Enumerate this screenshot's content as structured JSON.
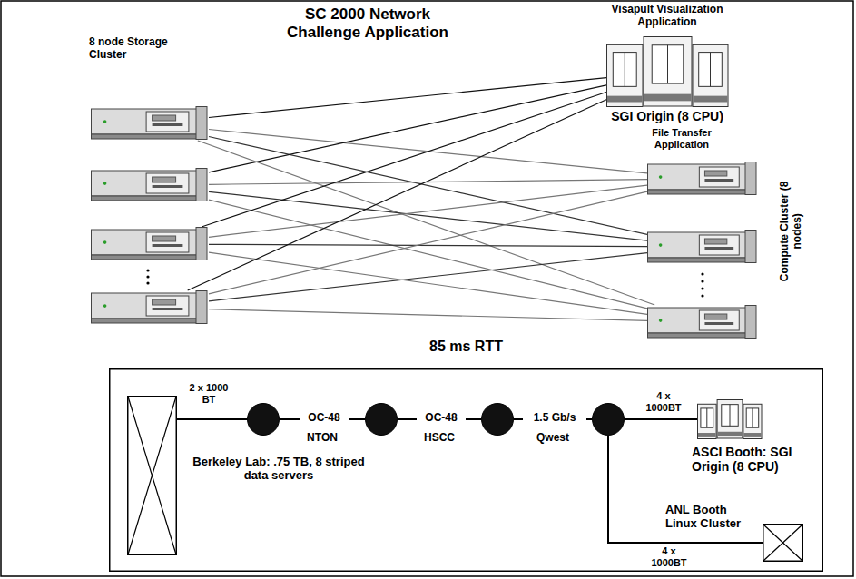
{
  "diagram": {
    "title": "SC 2000 Network Challenge Application",
    "nodes": [
      {
        "text": [
          "8 node Storage Cluster"
        ]
      },
      {},
      {},
      {},
      {
        "text": [
          "Visapult Visualization Application",
          "SGI Origin (8 CPU)"
        ]
      },
      {
        "text": [
          "File Transfer Application"
        ]
      },
      {},
      {},
      {
        "text": [
          "85 ms RTT"
        ]
      },
      {
        "in": 8
      },
      {
        "in": 8
      },
      {
        "in": 8
      },
      {
        "in": 8
      },
      {
        "in": 8
      },
      {
        "text": [
          "ASCI Booth: SGI Origin (8 CPU)"
        ],
        "in": 8
      },
      {
        "text": [
          "ANL Booth Linux Cluster"
        ],
        "in": 8
      }
    ],
    "edges": [
      {
        "from": 0,
        "to": 4,
        "arrow": "none"
      },
      {
        "from": 0,
        "to": 5,
        "arrow": "none"
      },
      {
        "from": 0,
        "to": 6,
        "arrow": "none"
      },
      {
        "from": 0,
        "to": 7,
        "arrow": "none"
      },
      {
        "from": 1,
        "to": 4,
        "arrow": "none"
      },
      {
        "from": 1,
        "to": 5,
        "arrow": "none"
      },
      {
        "from": 1,
        "to": 6,
        "arrow": "none"
      },
      {
        "from": 1,
        "to": 7,
        "arrow": "none"
      },
      {
        "from": 2,
        "to": 4,
        "arrow": "none"
      },
      {
        "from": 2,
        "to": 5,
        "arrow": "none"
      },
      {
        "from": 2,
        "to": 6,
        "arrow": "none"
      },
      {
        "from": 2,
        "to": 7,
        "arrow": "none"
      },
      {
        "from": 3,
        "to": 4,
        "arrow": "none"
      },
      {
        "from": 3,
        "to": 5,
        "arrow": "none"
      },
      {
        "from": 3,
        "to": 6,
        "arrow": "none"
      },
      {
        "from": 3,
        "to": 7,
        "arrow": "none"
      },
      {
        "from": 9,
        "to": 10,
        "label": "2 x 1000 BT",
        "arrow": "none"
      },
      {
        "from": 10,
        "to": 11,
        "label": "OC-48",
        "arrow": "none"
      },
      {
        "from": 11,
        "to": 12,
        "label": "OC-48",
        "arrow": "none"
      },
      {
        "from": 12,
        "to": 13,
        "label": "1.5 Gb/s",
        "arrow": "none"
      },
      {
        "from": 13,
        "to": 14,
        "label": "4 x 1000BT",
        "arrow": "none"
      },
      {
        "from": 13,
        "to": 15,
        "label": "4 x 1000BT",
        "arrow": "none"
      }
    ],
    "labels": [
      "NTON",
      "HSCC",
      "Qwest",
      "Berkeley Lab: .75 TB, 8 striped data servers",
      "Compute Cluster (8 nodes)"
    ]
  }
}
